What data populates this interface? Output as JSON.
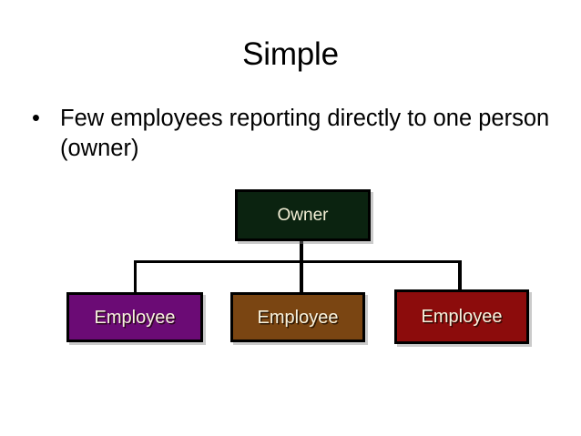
{
  "slide": {
    "title": "Simple",
    "background_color": "#ffffff",
    "bullets": [
      {
        "marker": "•",
        "text": "Few employees reporting directly to one person (owner)"
      }
    ]
  },
  "org_chart": {
    "root": {
      "label": "Owner",
      "fill_color": "#0B2310",
      "text_color": "#F3EFD6",
      "border_color": "#000000"
    },
    "children": [
      {
        "label": "Employee",
        "fill_color": "#6B0B75",
        "text_color": "#F7F2DE",
        "border_color": "#000000"
      },
      {
        "label": "Employee",
        "fill_color": "#7A4512",
        "text_color": "#F7F2DE",
        "border_color": "#000000"
      },
      {
        "label": "Employee",
        "fill_color": "#8C0C0C",
        "text_color": "#F7F2DE",
        "border_color": "#000000"
      }
    ],
    "connector_color": "#000000"
  }
}
